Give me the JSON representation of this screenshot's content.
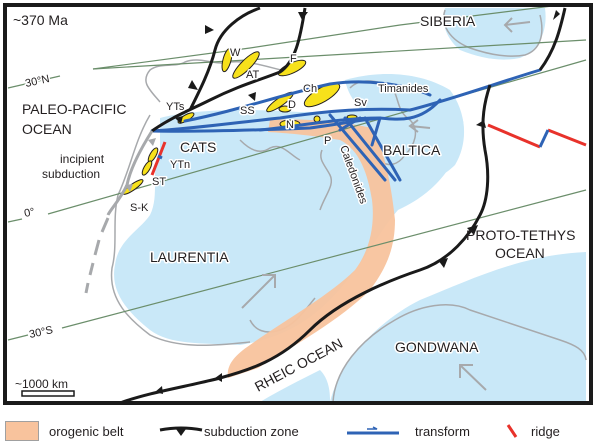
{
  "map": {
    "age_label": "~370 Ma",
    "scale_label": "~1000 km",
    "latitudes": [
      {
        "label": "30°N"
      },
      {
        "label": "0°"
      },
      {
        "label": "30°S"
      }
    ],
    "oceans": {
      "paleo_pacific_line1": "PALEO-PACIFIC",
      "paleo_pacific_line2": "OCEAN",
      "proto_tethys_line1": "PROTO-TETHYS",
      "proto_tethys_line2": "OCEAN",
      "rheic": "RHEIC OCEAN"
    },
    "continents": {
      "laurentia": "LAURENTIA",
      "baltica": "BALTICA",
      "siberia": "SIBERIA",
      "gondwana": "GONDWANA"
    },
    "features": {
      "cats": "CATS",
      "caledonides": "Caledonides",
      "timanides": "Timanides",
      "incipient_line1": "incipient",
      "incipient_line2": "subduction"
    },
    "terranes": {
      "w": "W",
      "at": "AT",
      "f": "F",
      "ch": "Ch",
      "d": "D",
      "ss": "SS",
      "n": "N",
      "sv": "Sv",
      "p": "P",
      "yts": "YTs",
      "ytn": "YTn",
      "st": "ST",
      "sk": "S-K"
    },
    "colors": {
      "continent": "#c9e8f8",
      "coastline": "#a7a9ac",
      "orogen": "#f8c39d",
      "terrane": "#f7e11b",
      "subduction": "#1a1a1a",
      "transform": "#2e63b5",
      "ridge": "#e8322b",
      "latitude": "#6b8e6b"
    }
  },
  "legend": {
    "orogenic_belt": "orogenic belt",
    "subduction_zone": "subduction zone",
    "transform": "transform",
    "ridge": "ridge"
  }
}
